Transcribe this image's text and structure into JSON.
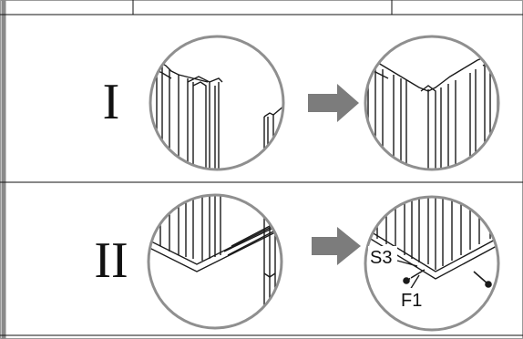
{
  "steps": [
    {
      "label": "I"
    },
    {
      "label": "II",
      "callouts": [
        "S3",
        "F1"
      ]
    }
  ],
  "colors": {
    "line": "#1a1a1a",
    "circle": "#8f8f8f",
    "arrow": "#7c7c7c",
    "frame": "#9a9a9a"
  },
  "icons": [
    "arrow-right-icon",
    "screw-icon"
  ]
}
